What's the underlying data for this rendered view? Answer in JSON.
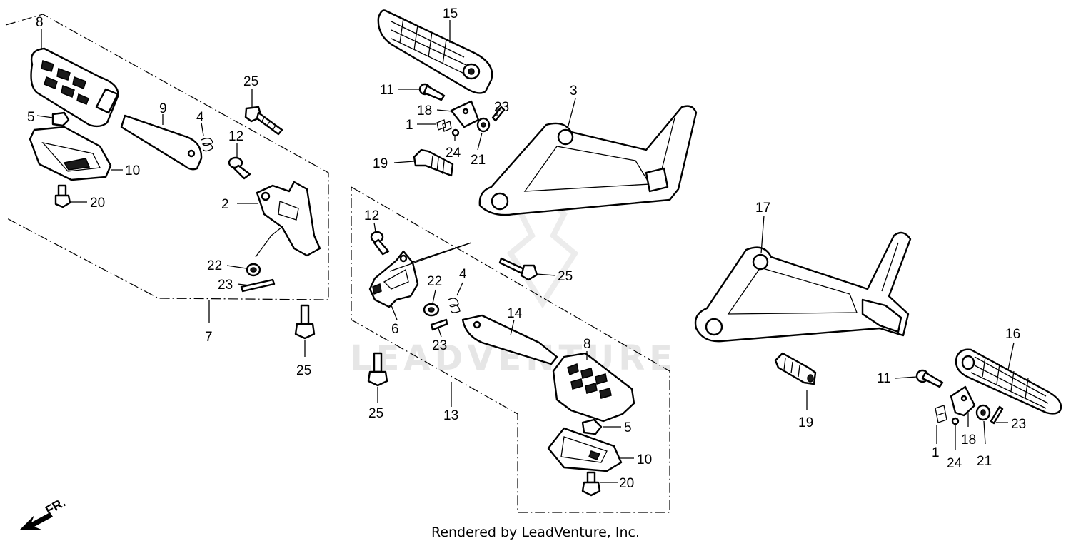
{
  "watermark": "LEADVENTURE",
  "footer": "Rendered by LeadVenture, Inc.",
  "front_indicator": "FR.",
  "callouts": {
    "c8a": "8",
    "c5a": "5",
    "c9": "9",
    "c4a": "4",
    "c10a": "10",
    "c20a": "20",
    "c12a": "12",
    "c25a": "25",
    "c2": "2",
    "c22a": "22",
    "c23a": "23",
    "c7": "7",
    "c25b": "25",
    "c15": "15",
    "c11a": "11",
    "c18a": "18",
    "c1a": "1",
    "c23b": "23",
    "c24a": "24",
    "c21a": "21",
    "c19a": "19",
    "c3": "3",
    "c12b": "12",
    "c22b": "22",
    "c4b": "4",
    "c25c": "25",
    "c14": "14",
    "c6": "6",
    "c23c": "23",
    "c25d": "25",
    "c13": "13",
    "c8b": "8",
    "c5b": "5",
    "c10b": "10",
    "c20b": "20",
    "c17": "17",
    "c19b": "19",
    "c16": "16",
    "c11b": "11",
    "c1b": "1",
    "c18b": "18",
    "c24b": "24",
    "c21b": "21",
    "c23d": "23"
  }
}
